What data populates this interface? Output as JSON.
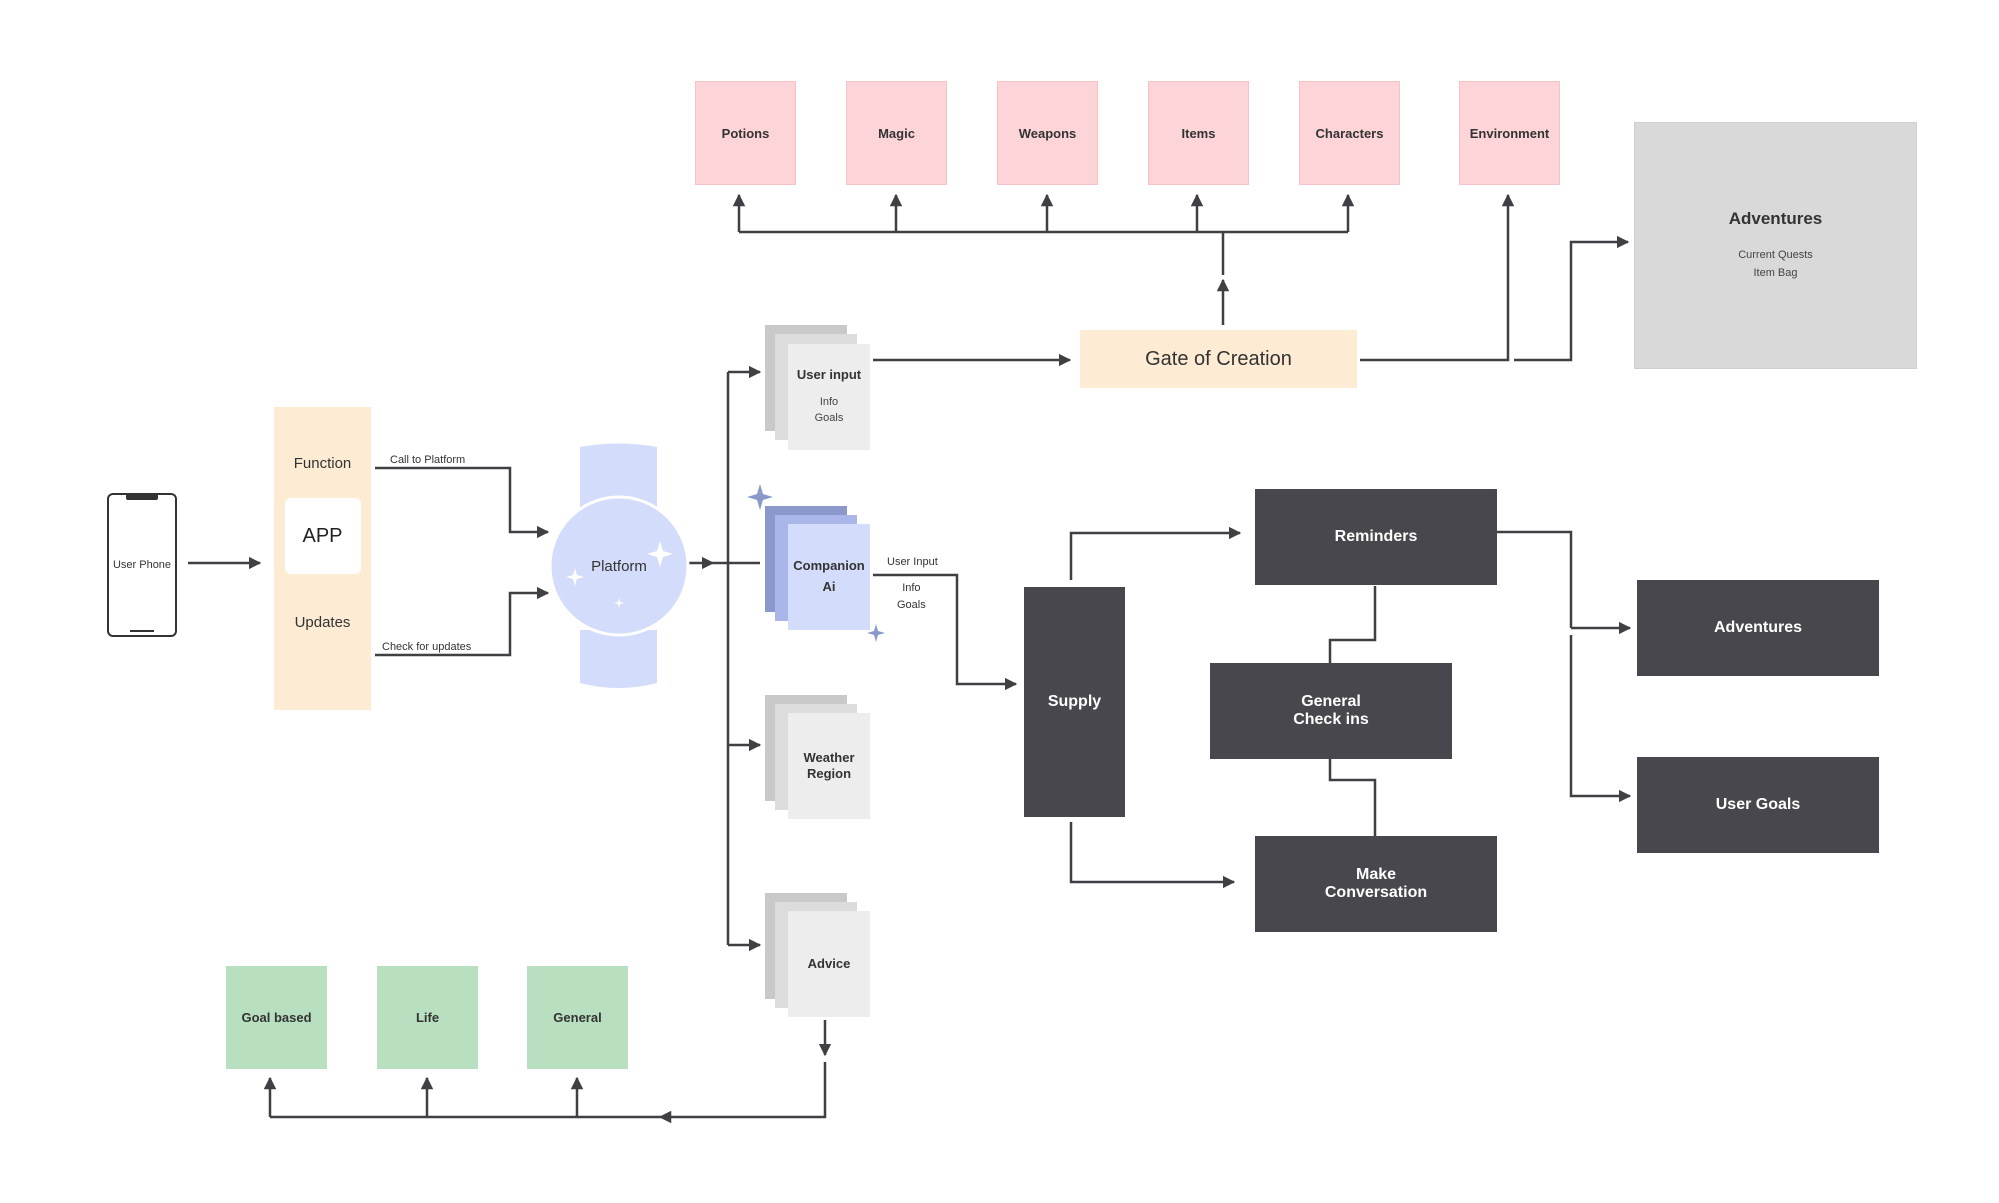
{
  "phone": {
    "label": "User Phone"
  },
  "app": {
    "function_label": "Function",
    "app_label": "APP",
    "updates_label": "Updates"
  },
  "connectors": {
    "call_to_platform": "Call to Platform",
    "check_for_updates": "Check for updates",
    "user_input": "User Input",
    "user_input_sub": "Info\nGoals"
  },
  "platform": {
    "label": "Platform"
  },
  "stacks": {
    "user_input": {
      "title": "User input",
      "sub": "Info\nGoals"
    },
    "companion": {
      "title": "Companion\nAi"
    },
    "weather": {
      "title": "Weather\nRegion"
    },
    "advice": {
      "title": "Advice"
    }
  },
  "creation": {
    "gate": "Gate of Creation",
    "items": [
      "Potions",
      "Magic",
      "Weapons",
      "Items",
      "Characters",
      "Environment"
    ]
  },
  "adventures_panel": {
    "title": "Adventures",
    "sub": "Current Quests\nItem Bag"
  },
  "flow": {
    "supply": "Supply",
    "reminders": "Reminders",
    "general_check_ins": "General\nCheck ins",
    "make_conversation": "Make\nConversation",
    "adventures": "Adventures",
    "user_goals": "User Goals"
  },
  "advice_categories": [
    "Goal based",
    "Life",
    "General"
  ],
  "colors": {
    "pink": "#fdd5d8",
    "green": "#b8dfbf",
    "peach": "#fdebd3",
    "dark": "#47474d",
    "gray_panel": "#d9d9d9",
    "platform_blue": "#d3dcfa",
    "companion_blue": "#8b98cc",
    "line": "#3f3f44"
  }
}
